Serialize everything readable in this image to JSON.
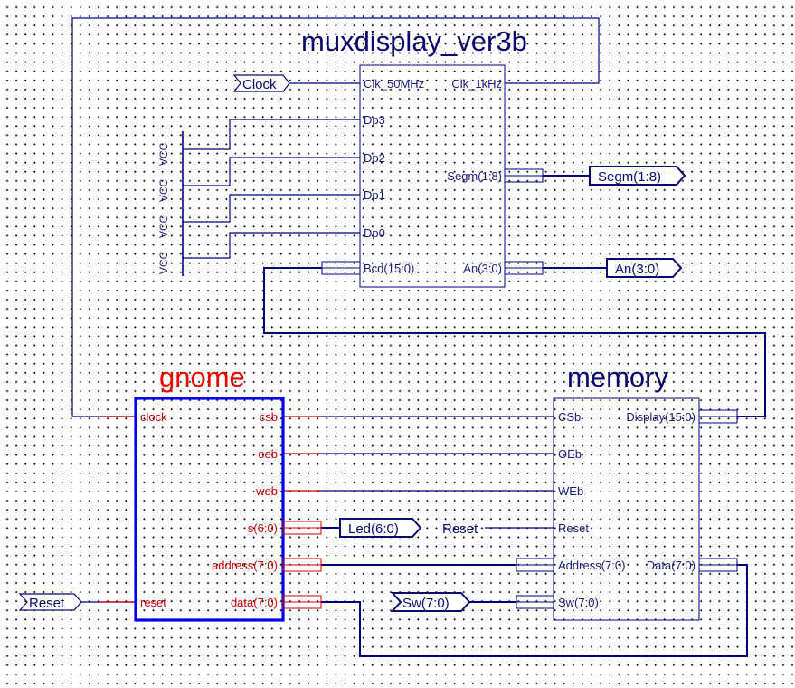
{
  "muxdisplay": {
    "title": "muxdisplay_ver3b",
    "pins": {
      "clk_in": "Clk_50MHz",
      "clk_out": "Clk_1kHz",
      "dp3": "Dp3",
      "dp2": "Dp2",
      "dp1": "Dp1",
      "dp0": "Dp0",
      "segm": "Segm(1:8)",
      "bcd": "Bcd(15:0)",
      "an": "An(3:0)"
    }
  },
  "gnome": {
    "title": "gnome",
    "pins": {
      "clock": "clock",
      "reset": "reset",
      "csb": "csb",
      "oeb": "oeb",
      "web": "web",
      "s": "s(6:0)",
      "address": "address(7:0)",
      "data": "data(7:0)"
    }
  },
  "memory": {
    "title": "memory",
    "pins": {
      "csb": "CSb",
      "oeb": "OEb",
      "web": "WEb",
      "reset": "Reset",
      "address": "Address(7:0)",
      "sw": "Sw(7:0)",
      "display": "Display(15:0)",
      "data": "Data(7:0)"
    }
  },
  "ports": {
    "clock": "Clock",
    "segm": "Segm(1:8)",
    "an": "An(3:0)",
    "led": "Led(6:0)",
    "reset_top": "Reset",
    "reset_left": "Reset",
    "sw": "Sw(7:0)"
  },
  "vcc_label": "VCC",
  "colors": {
    "wire": "#000080",
    "gnome_wire": "#cc0000",
    "gnome_box": "#0000ee",
    "gnome_title": "#ee0000",
    "block_title": "#0a0a6e"
  }
}
